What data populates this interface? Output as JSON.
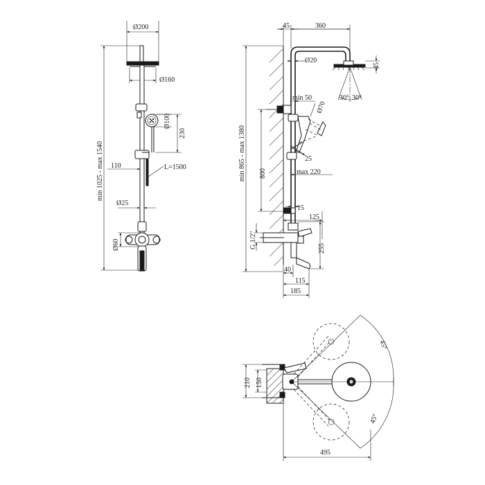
{
  "front_view": {
    "dim_head_diameter": "Ø200",
    "dim_head_inner": "Ø160",
    "dim_hand_shower": "Ø100",
    "dim_hand_height": "230",
    "dim_hose_length": "L=1500",
    "dim_holder_offset": "110",
    "dim_rail_diameter": "Ø25",
    "dim_handle_diameter": "Ø60",
    "dim_total_height": "min 1025 - max 1540"
  },
  "side_view": {
    "dim_wall_offset": "45",
    "dim_arm_reach": "360",
    "dim_arm_pipe": "Ø20",
    "dim_head_thickness": "45",
    "dim_spray_left": "30°",
    "dim_spray_right": "30°",
    "dim_min_50": "min 50",
    "dim_hand_diameter": "Ø70",
    "dim_angle_25": "25",
    "dim_max_220": "max 220",
    "dim_800": "800",
    "dim_total_height": "min 865 - max 1380",
    "dim_15": "15",
    "dim_125": "125",
    "dim_thread": "G 1/2\"",
    "dim_255": "255",
    "dim_40": "40",
    "dim_115": "115",
    "dim_185": "185"
  },
  "top_view": {
    "dim_210": "210",
    "dim_150": "150",
    "dim_495": "495",
    "dim_angle_top": "45°",
    "dim_angle_bottom": "45°"
  }
}
